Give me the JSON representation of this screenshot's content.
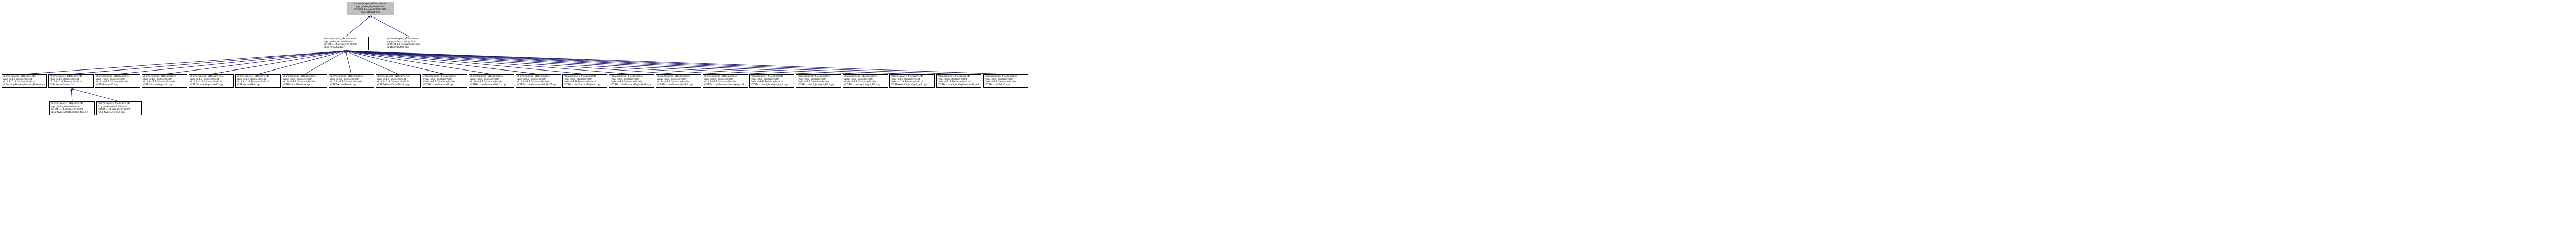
{
  "graph": {
    "root": {
      "lines": [
        "/home/wayne_f/Documents",
        "/cpp_indie_studio/Irrlicht",
        "/Irrlicht-1.8.3/source/Irrlicht",
        "/CDepthBuffer.h"
      ]
    },
    "level1": [
      {
        "key": "burning_shader_h",
        "lines": [
          "/home/wayne_f/Documents",
          "/cpp_indie_studio/Irrlicht",
          "/Irrlicht-1.8.3/source/Irrlicht",
          "/IBurningShader.h"
        ]
      },
      {
        "key": "cdepthbuffer_cpp",
        "lines": [
          "/home/wayne_f/Documents",
          "/cpp_indie_studio/Irrlicht",
          "/Irrlicht-1.8.3/source/Irrlicht",
          "/CDepthBuffer.cpp"
        ]
      }
    ],
    "level2": [
      {
        "key": "a",
        "lines": [
          "/home/wayne_f/Documents",
          "/cpp_indie_studio/Irrlicht",
          "/Irrlicht-1.8.3/source/Irrlicht",
          "/CBurningShader_Raster_Reference.cpp"
        ]
      },
      {
        "key": "b",
        "lines": [
          "/home/wayne_f/Documents",
          "/cpp_indie_studio/Irrlicht",
          "/Irrlicht-1.8.3/source/Irrlicht",
          "/CSoftwareDriver2.h"
        ]
      },
      {
        "key": "c",
        "lines": [
          "/home/wayne_f/Documents",
          "/cpp_indie_studio/Irrlicht",
          "/Irrlicht-1.8.3/source/Irrlicht",
          "/CTRGouraud2.cpp"
        ]
      },
      {
        "key": "d",
        "lines": [
          "/home/wayne_f/Documents",
          "/cpp_indie_studio/Irrlicht",
          "/Irrlicht-1.8.3/source/Irrlicht",
          "/CTRGouraudAlpha2.cpp"
        ]
      },
      {
        "key": "e",
        "lines": [
          "/home/wayne_f/Documents",
          "/cpp_indie_studio/Irrlicht",
          "/Irrlicht-1.8.3/source/Irrlicht",
          "/CTRGouraudAlphaNoZ2.cpp"
        ]
      },
      {
        "key": "f",
        "lines": [
          "/home/wayne_f/Documents",
          "/cpp_indie_studio/Irrlicht",
          "/Irrlicht-1.8.3/source/Irrlicht",
          "/CTRNormalMap.cpp"
        ]
      },
      {
        "key": "g",
        "lines": [
          "/home/wayne_f/Documents",
          "/cpp_indie_studio/Irrlicht",
          "/Irrlicht-1.8.3/source/Irrlicht",
          "/CTRStencilShadow.cpp"
        ]
      },
      {
        "key": "h",
        "lines": [
          "/home/wayne_f/Documents",
          "/cpp_indie_studio/Irrlicht",
          "/Irrlicht-1.8.3/source/Irrlicht",
          "/CTRTextureBlend.cpp"
        ]
      },
      {
        "key": "i",
        "lines": [
          "/home/wayne_f/Documents",
          "/cpp_indie_studio/Irrlicht",
          "/Irrlicht-1.8.3/source/Irrlicht",
          "/CTRTextureDetailMap2.cpp"
        ]
      },
      {
        "key": "j",
        "lines": [
          "/home/wayne_f/Documents",
          "/cpp_indie_studio/Irrlicht",
          "/Irrlicht-1.8.3/source/Irrlicht",
          "/CTRTextureGouraud2.cpp"
        ]
      },
      {
        "key": "k",
        "lines": [
          "/home/wayne_f/Documents",
          "/cpp_indie_studio/Irrlicht",
          "/Irrlicht-1.8.3/source/Irrlicht",
          "/CTRTextureGouraudAdd2.cpp"
        ]
      },
      {
        "key": "l",
        "lines": [
          "/home/wayne_f/Documents",
          "/cpp_indie_studio/Irrlicht",
          "/Irrlicht-1.8.3/source/Irrlicht",
          "/CTRTextureGouraudAddNoZ2.cpp"
        ]
      },
      {
        "key": "m",
        "lines": [
          "/home/wayne_f/Documents",
          "/cpp_indie_studio/Irrlicht",
          "/Irrlicht-1.8.3/source/Irrlicht",
          "/CTRTextureGouraudAlpha.cpp"
        ]
      },
      {
        "key": "n",
        "lines": [
          "/home/wayne_f/Documents",
          "/cpp_indie_studio/Irrlicht",
          "/Irrlicht-1.8.3/source/Irrlicht",
          "/CTRTextureGouraudAlphaNoZ.cpp"
        ]
      },
      {
        "key": "o",
        "lines": [
          "/home/wayne_f/Documents",
          "/cpp_indie_studio/Irrlicht",
          "/Irrlicht-1.8.3/source/Irrlicht",
          "/CTRTextureGouraudNoZ2.cpp"
        ]
      },
      {
        "key": "p",
        "lines": [
          "/home/wayne_f/Documents",
          "/cpp_indie_studio/Irrlicht",
          "/Irrlicht-1.8.3/source/Irrlicht",
          "/CTRTextureGouraudVertexAlpha2.cpp"
        ]
      },
      {
        "key": "q",
        "lines": [
          "/home/wayne_f/Documents",
          "/cpp_indie_studio/Irrlicht",
          "/Irrlicht-1.8.3/source/Irrlicht",
          "/CTRTextureLightMap2_Add.cpp"
        ]
      },
      {
        "key": "r",
        "lines": [
          "/home/wayne_f/Documents",
          "/cpp_indie_studio/Irrlicht",
          "/Irrlicht-1.8.3/source/Irrlicht",
          "/CTRTextureLightMap2_M1.cpp"
        ]
      },
      {
        "key": "s",
        "lines": [
          "/home/wayne_f/Documents",
          "/cpp_indie_studio/Irrlicht",
          "/Irrlicht-1.8.3/source/Irrlicht",
          "/CTRTextureLightMap2_M2.cpp"
        ]
      },
      {
        "key": "t",
        "lines": [
          "/home/wayne_f/Documents",
          "/cpp_indie_studio/Irrlicht",
          "/Irrlicht-1.8.3/source/Irrlicht",
          "/CTRTextureLightMap2_M4.cpp"
        ]
      },
      {
        "key": "u",
        "lines": [
          "/home/wayne_f/Documents",
          "/cpp_indie_studio/Irrlicht",
          "/Irrlicht-1.8.3/source/Irrlicht",
          "/CTRTextureLightMapGouraud2_M4.cpp"
        ]
      },
      {
        "key": "v",
        "lines": [
          "/home/wayne_f/Documents",
          "/cpp_indie_studio/Irrlicht",
          "/Irrlicht-1.8.3/source/Irrlicht",
          "/CTRTextureWire2.cpp"
        ]
      }
    ],
    "level3": [
      {
        "key": "x",
        "lines": [
          "/home/wayne_f/Documents",
          "/cpp_indie_studio/Irrlicht",
          "/Irrlicht-1.8.3/source/Irrlicht",
          "/CSoftware2MaterialRenderer.h"
        ]
      },
      {
        "key": "y",
        "lines": [
          "/home/wayne_f/Documents",
          "/cpp_indie_studio/Irrlicht",
          "/Irrlicht-1.8.3/source/Irrlicht",
          "/CSoftwareDriver2.cpp"
        ]
      }
    ],
    "colors": {
      "root_fill": "#bfbfbf",
      "node_fill": "#ffffff",
      "border": "#000000",
      "edge": "#191970"
    }
  }
}
